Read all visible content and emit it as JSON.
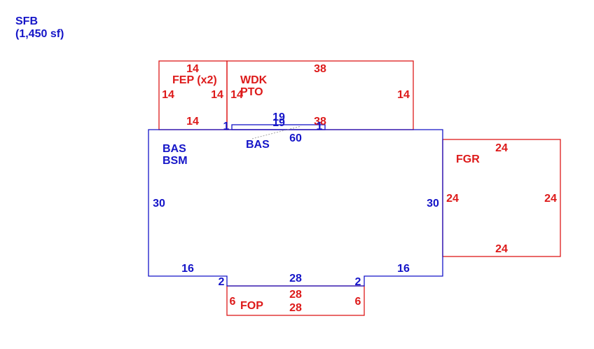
{
  "header": {
    "code": "SFB",
    "area": "(1,450 sf)"
  },
  "colors": {
    "living": "#1515c8",
    "other": "#dd1a1a"
  },
  "areas": {
    "bas_main_code": "BAS",
    "bas_main_desc": "BSM",
    "bas_small": "BAS",
    "fep_code": "FEP (x2)",
    "wdk_code": "WDK",
    "wdk_desc": "PTO",
    "fgr_code": "FGR",
    "fop_code": "FOP"
  },
  "dimensions": {
    "fep_top": "14",
    "fep_left": "14",
    "fep_right": "14",
    "fep_bottom": "14",
    "wdk_top": "38",
    "wdk_left": "14",
    "wdk_right": "14",
    "wdk_bottom": "38",
    "bump_top_a": "19",
    "bump_top_b": "19",
    "bump_left": "1",
    "bump_right": "1",
    "bas_top": "60",
    "bas_left": "30",
    "bas_right": "30",
    "bas_bottom_left": "16",
    "bas_bottom_right": "16",
    "bas_notch_left": "2",
    "bas_notch_right": "2",
    "bas_notch_bottom": "28",
    "fgr_top": "24",
    "fgr_left": "24",
    "fgr_right": "24",
    "fgr_bottom": "24",
    "fop_top": "28",
    "fop_bottom": "28",
    "fop_left": "6",
    "fop_right": "6"
  }
}
